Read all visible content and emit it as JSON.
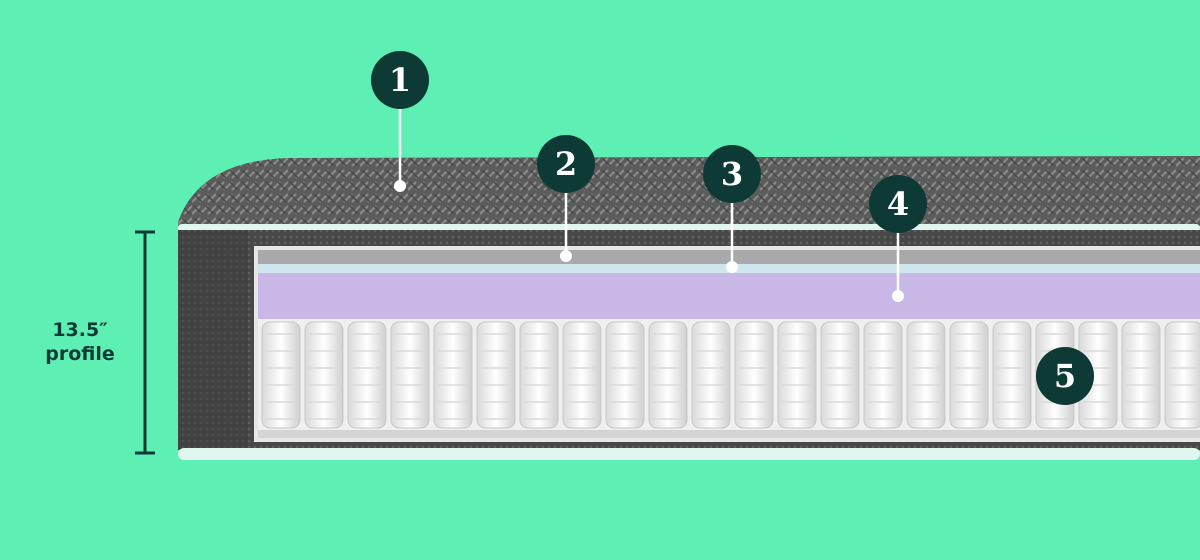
{
  "colors": {
    "background": "#5eefb5",
    "badge": "#0e3a36",
    "cover_dark": "#4a4a4a",
    "cover_mid": "#6b6b6b",
    "trim": "#dff7ee",
    "layer_gray": "#a9a9a9",
    "layer_blue": "#cfe6ee",
    "layer_purple": "#c9b7e6",
    "coil": "#f2f2f2"
  },
  "profile": {
    "line1": "13.5″",
    "line2": "profile"
  },
  "callouts": [
    {
      "label": "1"
    },
    {
      "label": "2"
    },
    {
      "label": "3"
    },
    {
      "label": "4"
    },
    {
      "label": "5"
    }
  ]
}
